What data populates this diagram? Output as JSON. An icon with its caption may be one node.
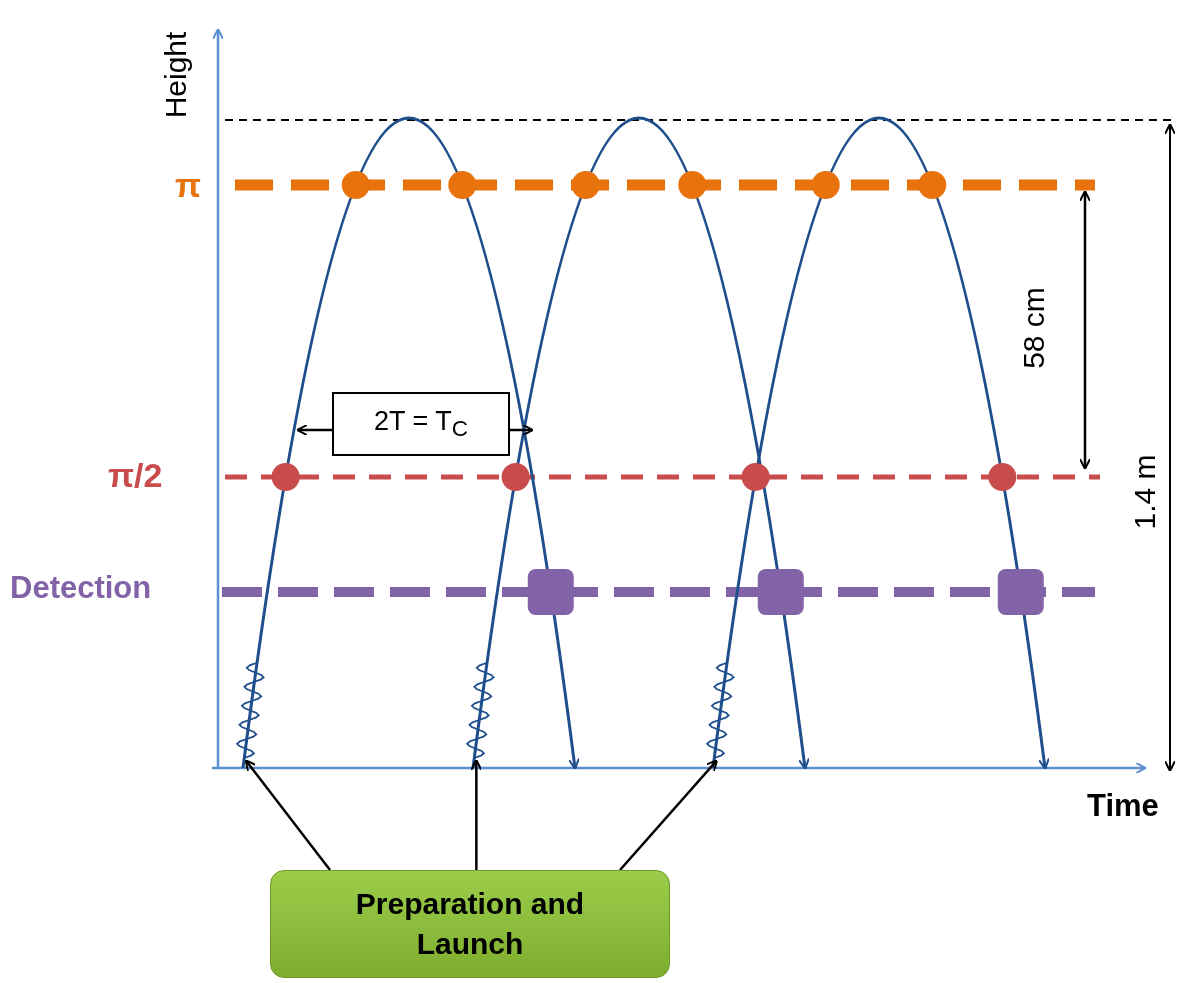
{
  "diagram": {
    "nodes": [
      {
        "text": [
          "Preparation and Launch"
        ]
      },
      {
        "text": [
          "2T = T$_{C}$"
        ]
      },
      {
        "text": [],
        "shape": "picture"
      },
      {
        "text": [],
        "shape": "picture"
      },
      {
        "text": [],
        "shape": "picture"
      }
    ],
    "edges": [
      {
        "from": 0,
        "to": 2,
        "arrow": "to"
      },
      {
        "from": 0,
        "to": 3,
        "arrow": "to"
      },
      {
        "from": 0,
        "to": 4,
        "arrow": "to"
      },
      {
        "from": 1,
        "to": null,
        "arrow": "to"
      },
      {
        "from": 1,
        "to": null,
        "arrow": "to"
      }
    ],
    "labels": [
      "Height",
      "π",
      "58 cm",
      "1.4 m",
      "π/2",
      "Detection",
      "Time"
    ]
  }
}
